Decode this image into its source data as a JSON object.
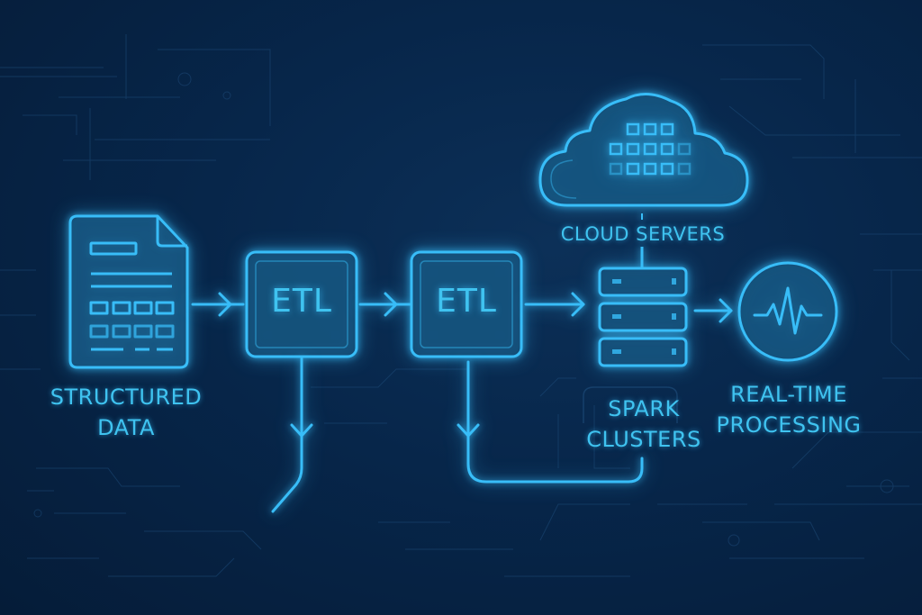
{
  "diagram": {
    "title": "Data pipeline: structured data through ETL to Spark clusters, cloud servers and real-time processing",
    "colors": {
      "background": "#051c38",
      "accent": "#38bdf8",
      "text": "#3fc3f0",
      "circuit": "#1d4a78"
    },
    "nodes": {
      "structured_data": {
        "icon": "document-icon",
        "label_line1": "STRUCTURED",
        "label_line2": "DATA"
      },
      "etl_1": {
        "label": "ETL"
      },
      "etl_2": {
        "label": "ETL"
      },
      "cloud_servers": {
        "icon": "cloud-icon",
        "label": "CLOUD SERVERS"
      },
      "spark_clusters": {
        "icon": "server-rack-icon",
        "label_line1": "SPARK",
        "label_line2": "CLUSTERS"
      },
      "real_time": {
        "icon": "pulse-icon",
        "label_line1": "REAL-TIME",
        "label_line2": "PROCESSING"
      }
    },
    "edges": [
      {
        "from": "structured_data",
        "to": "etl_1",
        "arrow": true
      },
      {
        "from": "etl_1",
        "to": "etl_2",
        "arrow": true
      },
      {
        "from": "etl_2",
        "to": "spark_clusters",
        "arrow": true
      },
      {
        "from": "spark_clusters",
        "to": "real_time",
        "arrow": true
      },
      {
        "from": "cloud_servers",
        "to": "spark_clusters",
        "arrow": false
      },
      {
        "from": "etl_1",
        "to": "downstream-out",
        "arrow": true
      },
      {
        "from": "etl_2",
        "to": "spark_clusters",
        "arrow": true,
        "route": "below"
      }
    ]
  }
}
